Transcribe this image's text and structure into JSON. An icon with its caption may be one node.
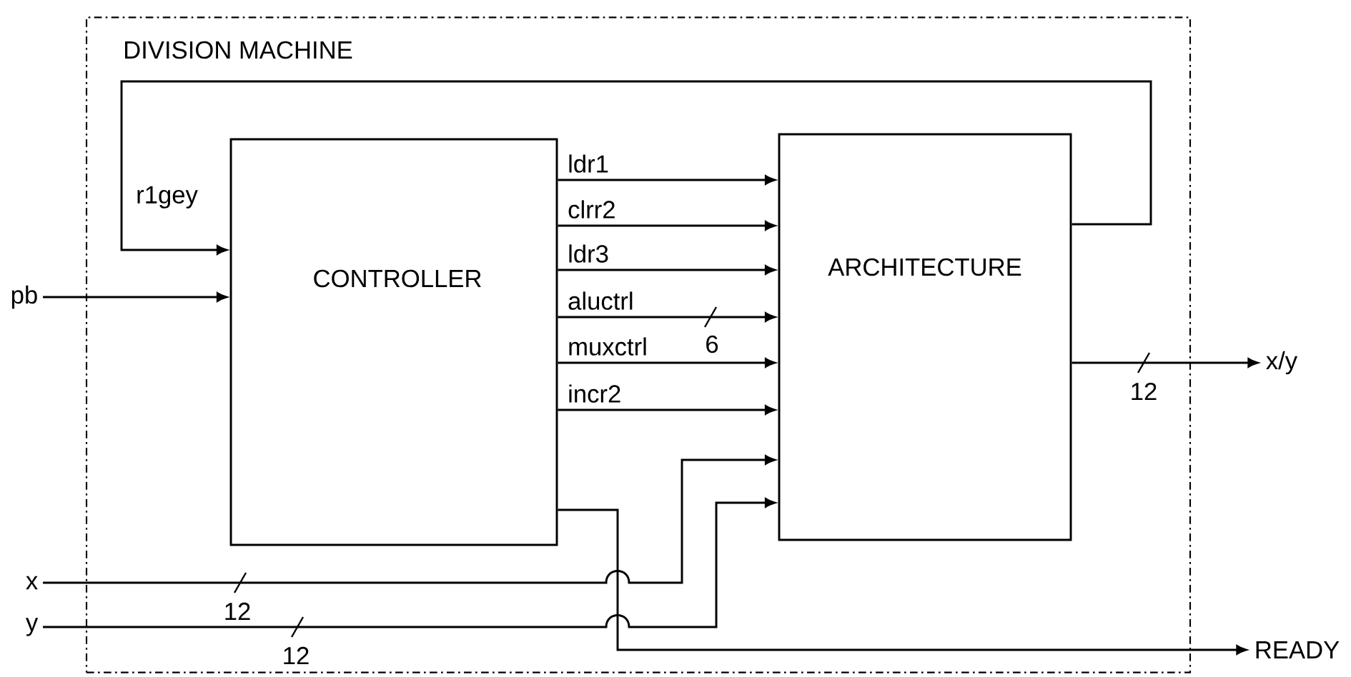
{
  "diagram": {
    "nodes": [
      {
        "text": [
          "DIVISION MACHINE"
        ]
      },
      {
        "text": [
          "CONTROLLER"
        ],
        "in": 0
      },
      {
        "text": [
          "ARCHITECTURE"
        ],
        "in": 0
      },
      {
        "text": [
          "pb"
        ]
      },
      {
        "text": [
          "x"
        ]
      },
      {
        "text": [
          "y"
        ]
      },
      {
        "text": [
          "x/y"
        ]
      },
      {
        "text": [
          "READY"
        ]
      }
    ],
    "edges": [
      {
        "from": 2,
        "to": 1,
        "arrow": "to",
        "label": "r1gey"
      },
      {
        "from": 3,
        "to": 1,
        "arrow": "to"
      },
      {
        "from": 1,
        "to": 2,
        "arrow": "to",
        "label": "ldr1"
      },
      {
        "from": 1,
        "to": 2,
        "arrow": "to",
        "label": "clrr2"
      },
      {
        "from": 1,
        "to": 2,
        "arrow": "to",
        "label": "ldr3"
      },
      {
        "from": 1,
        "to": 2,
        "arrow": "to",
        "label": "aluctrl"
      },
      {
        "from": 1,
        "to": 2,
        "arrow": "to",
        "label": "muxctrl"
      },
      {
        "from": 1,
        "to": 2,
        "arrow": "to",
        "label": "incr2"
      },
      {
        "from": 4,
        "to": 2,
        "arrow": "to"
      },
      {
        "from": 5,
        "to": 2,
        "arrow": "to"
      },
      {
        "from": 2,
        "to": 6,
        "arrow": "to"
      },
      {
        "from": 1,
        "to": 7,
        "arrow": "to"
      }
    ],
    "labels": [
      "6",
      "12",
      "12",
      "12"
    ]
  }
}
